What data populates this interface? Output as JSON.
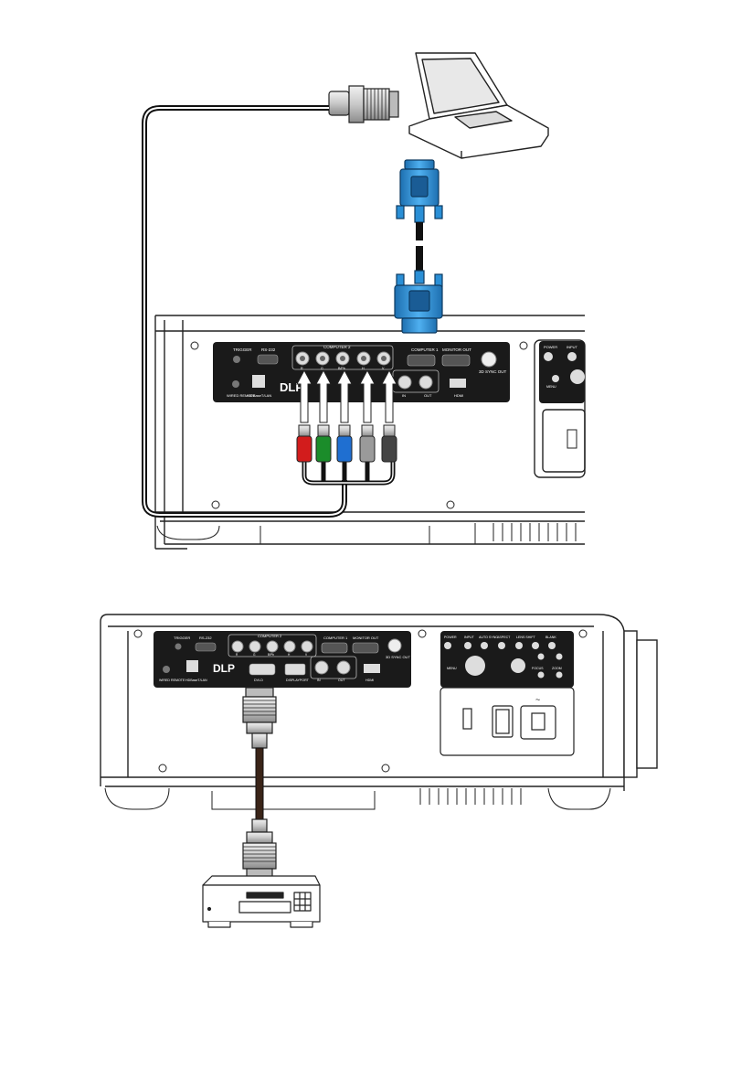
{
  "diagram_top": {
    "panel_labels": {
      "trigger": "TRIGGER",
      "rs232": "RS-232",
      "computer2": "COMPUTER 2",
      "computer1": "COMPUTER 1",
      "monitor_out": "MONITOR OUT",
      "sync_out": "3D SYNC OUT",
      "wired_remote": "WIRED REMOTE",
      "hdbaset": "HDBaseT/LAN",
      "hdmi": "HDMI",
      "in": "IN",
      "out": "OUT",
      "power": "POWER",
      "input": "INPUT",
      "menu": "MENU"
    },
    "component_labels": [
      "R",
      "G",
      "B/Pb",
      "H",
      "V"
    ]
  },
  "diagram_bottom": {
    "panel_labels": {
      "trigger": "TRIGGER",
      "rs232": "RS-232",
      "computer2": "COMPUTER 2",
      "computer1": "COMPUTER 1",
      "monitor_out": "MONITOR OUT",
      "sync_out": "3D SYNC OUT",
      "wired_remote": "WIRED REMOTE",
      "hdbaset": "HDBaseT/LAN",
      "dvid": "DVI-D",
      "displayport": "DISPLAYPORT",
      "hdmi": "HDMI",
      "in": "IN",
      "out": "OUT",
      "power": "POWER",
      "input": "INPUT",
      "auto_sync": "AUTO SYNC",
      "aspect": "ASPECT",
      "lens_shift": "LENS SHIFT",
      "blank": "BLANK",
      "menu": "MENU",
      "focus": "FOCUS",
      "zoom": "ZOOM"
    },
    "component_labels": [
      "R",
      "G",
      "B/Pb",
      "H",
      "V"
    ]
  },
  "colors": {
    "vga_blue": "#2a8fd6",
    "cable": "#111111",
    "cable_brown": "#3a2418",
    "panel": "#1a1a1a",
    "rca_red": "#d21c1c",
    "rca_green": "#1b8c2a",
    "rca_blue": "#1f6fd1",
    "rca_gray": "#9a9a9a",
    "rca_dark": "#444444"
  }
}
